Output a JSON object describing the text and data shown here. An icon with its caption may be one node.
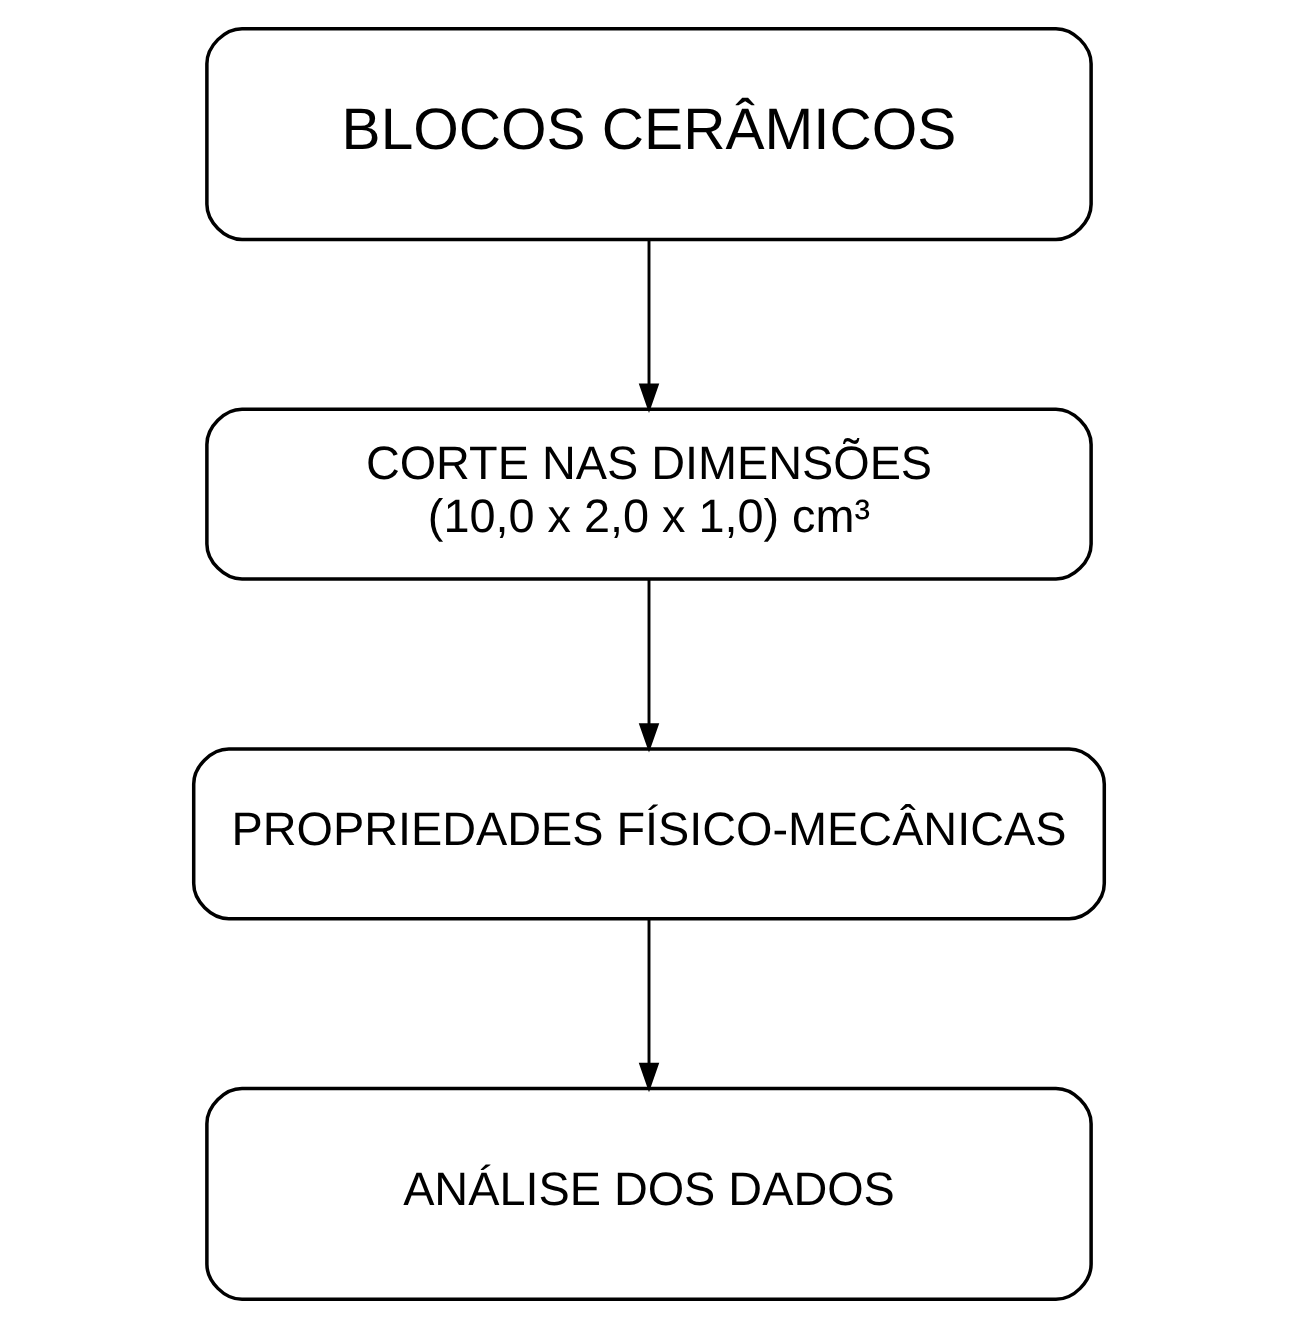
{
  "diagram": {
    "nodes": [
      {
        "text": [
          "BLOCOS CERÂMICOS"
        ]
      },
      {
        "text": [
          "CORTE NAS DIMENSÕES (10,0 x 2,0 x 1,0) cm³"
        ]
      },
      {
        "text": [
          "PROPRIEDADES FÍSICO-MECÂNICAS"
        ]
      },
      {
        "text": [
          "ANÁLISE DOS DADOS"
        ]
      }
    ],
    "edges": [
      {
        "from": 0,
        "to": 1,
        "arrow": "to"
      },
      {
        "from": 1,
        "to": 2,
        "arrow": "to"
      },
      {
        "from": 2,
        "to": 3,
        "arrow": "to"
      }
    ]
  }
}
